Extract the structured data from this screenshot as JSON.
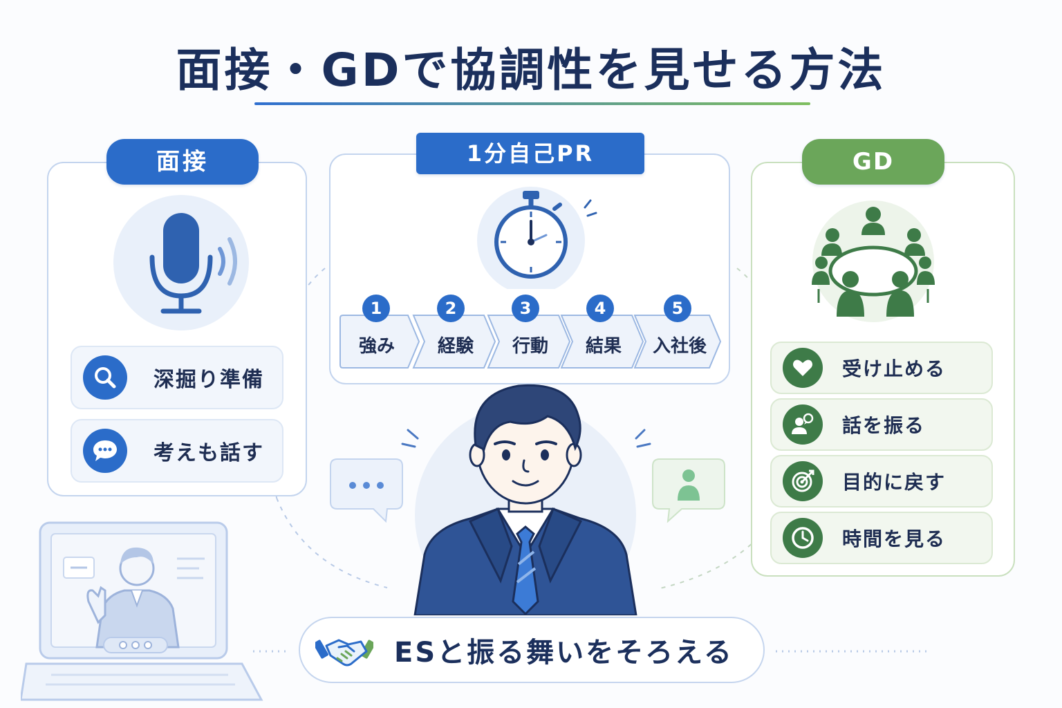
{
  "title": "面接・GDで協調性を見せる方法",
  "interview": {
    "label": "面接",
    "items": [
      {
        "icon": "search-icon",
        "label": "深掘り準備"
      },
      {
        "icon": "chat-icon",
        "label": "考えも話す"
      }
    ]
  },
  "pr": {
    "label": "1分自己PR",
    "steps": [
      {
        "num": "1",
        "label": "強み"
      },
      {
        "num": "2",
        "label": "経験"
      },
      {
        "num": "3",
        "label": "行動"
      },
      {
        "num": "4",
        "label": "結果"
      },
      {
        "num": "5",
        "label": "入社後"
      }
    ]
  },
  "gd": {
    "label": "GD",
    "items": [
      {
        "icon": "heart-icon",
        "label": "受け止める"
      },
      {
        "icon": "people-talk-icon",
        "label": "話を振る"
      },
      {
        "icon": "target-icon",
        "label": "目的に戻す"
      },
      {
        "icon": "clock-icon",
        "label": "時間を見る"
      }
    ]
  },
  "banner": {
    "label": "ESと振る舞いをそろえる"
  },
  "colors": {
    "blue": "#2b6cc9",
    "green": "#6ba65a",
    "dark_green": "#3e7b48",
    "navy": "#1b2f5c"
  }
}
